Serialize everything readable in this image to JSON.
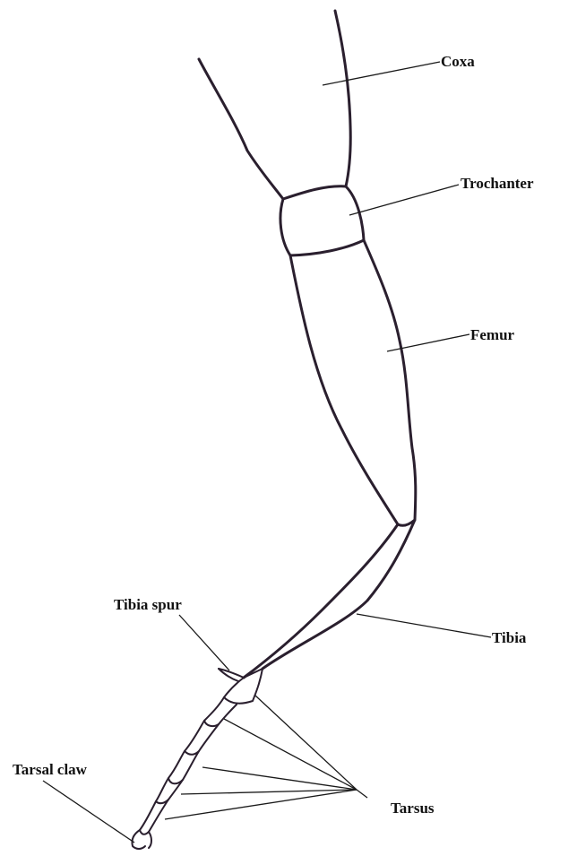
{
  "labels": {
    "coxa": "Coxa",
    "trochanter": "Trochanter",
    "femur": "Femur",
    "tibia": "Tibia",
    "tibia_spur": "Tibia spur",
    "tarsal_claw": "Tarsal claw",
    "tarsus": "Tarsus"
  },
  "colors": {
    "outline": "#2a1f2e",
    "leader": "#1a1a1a",
    "text": "#111111",
    "background": "#ffffff"
  }
}
